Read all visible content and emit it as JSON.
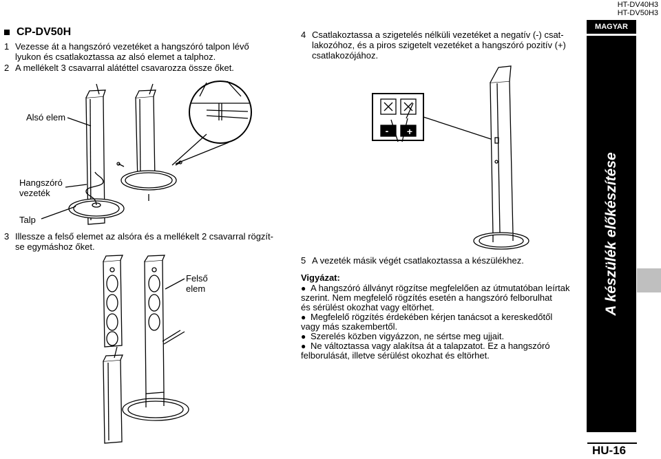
{
  "header": {
    "model_line1": "HT-DV40H3",
    "model_line2": "HT-DV50H3",
    "language": "MAGYAR"
  },
  "left": {
    "heading": "CP-DV50H",
    "step1_num": "1",
    "step1_line1": "Vezesse át a hangszóró vezetéket a hangszóró talpon lévő",
    "step1_line2": "lyukon és csatlakoztassa az alsó elemet a talphoz.",
    "step2_num": "2",
    "step2_text": "A mellékelt 3 csavarral alátéttel csavarozza össze őket.",
    "step3_num": "3",
    "step3_line1": "Illessze a felső elemet az alsóra és a mellékelt 2 csavarral rögzít-",
    "step3_line2": "se egymáshoz őket.",
    "label_lower": "Alsó elem",
    "label_cable_1": "Hangszóró",
    "label_cable_2": "vezeték",
    "label_base": "Talp",
    "label_upper_1": "Felső",
    "label_upper_2": "elem"
  },
  "right": {
    "step4_num": "4",
    "step4_line1": "Csatlakoztassa a szigetelés nélküli vezetéket a negatív (-) csat-",
    "step4_line2": "lakozóhoz, és a piros szigetelt vezetéket a hangszóró pozitív (+)",
    "step4_line3": "csatlakozójához.",
    "terminal_minus": "-",
    "terminal_plus": "+",
    "step5_num": "5",
    "step5_text": "A vezeték másik végét csatlakoztassa a készülékhez.",
    "caution_title": "Vigyázat:",
    "caution_b1_l1": "A hangszóró állványt rögzítse megfelelően az útmutatóban leírtak",
    "caution_b1_l2": "szerint. Nem megfelelő rögzítés esetén a hangszóró felborulhat",
    "caution_b1_l3": "és sérülést okozhat vagy eltörhet.",
    "caution_b2_l1": "Megfelelő rögzítés érdekében kérjen tanácsot a kereskedőtől",
    "caution_b2_l2": "vagy más szakembertől.",
    "caution_b3": "Szerelés közben vigyázzon, ne sértse meg ujjait.",
    "caution_b4_l1": "Ne változtassa vagy alakítsa át a talapzatot. Ez a hangszóró",
    "caution_b4_l2": "felborulását, illetve sérülést okozhat és eltörhet."
  },
  "sidebar": {
    "section": "A készülék előkészítése",
    "page": "HU-16"
  }
}
